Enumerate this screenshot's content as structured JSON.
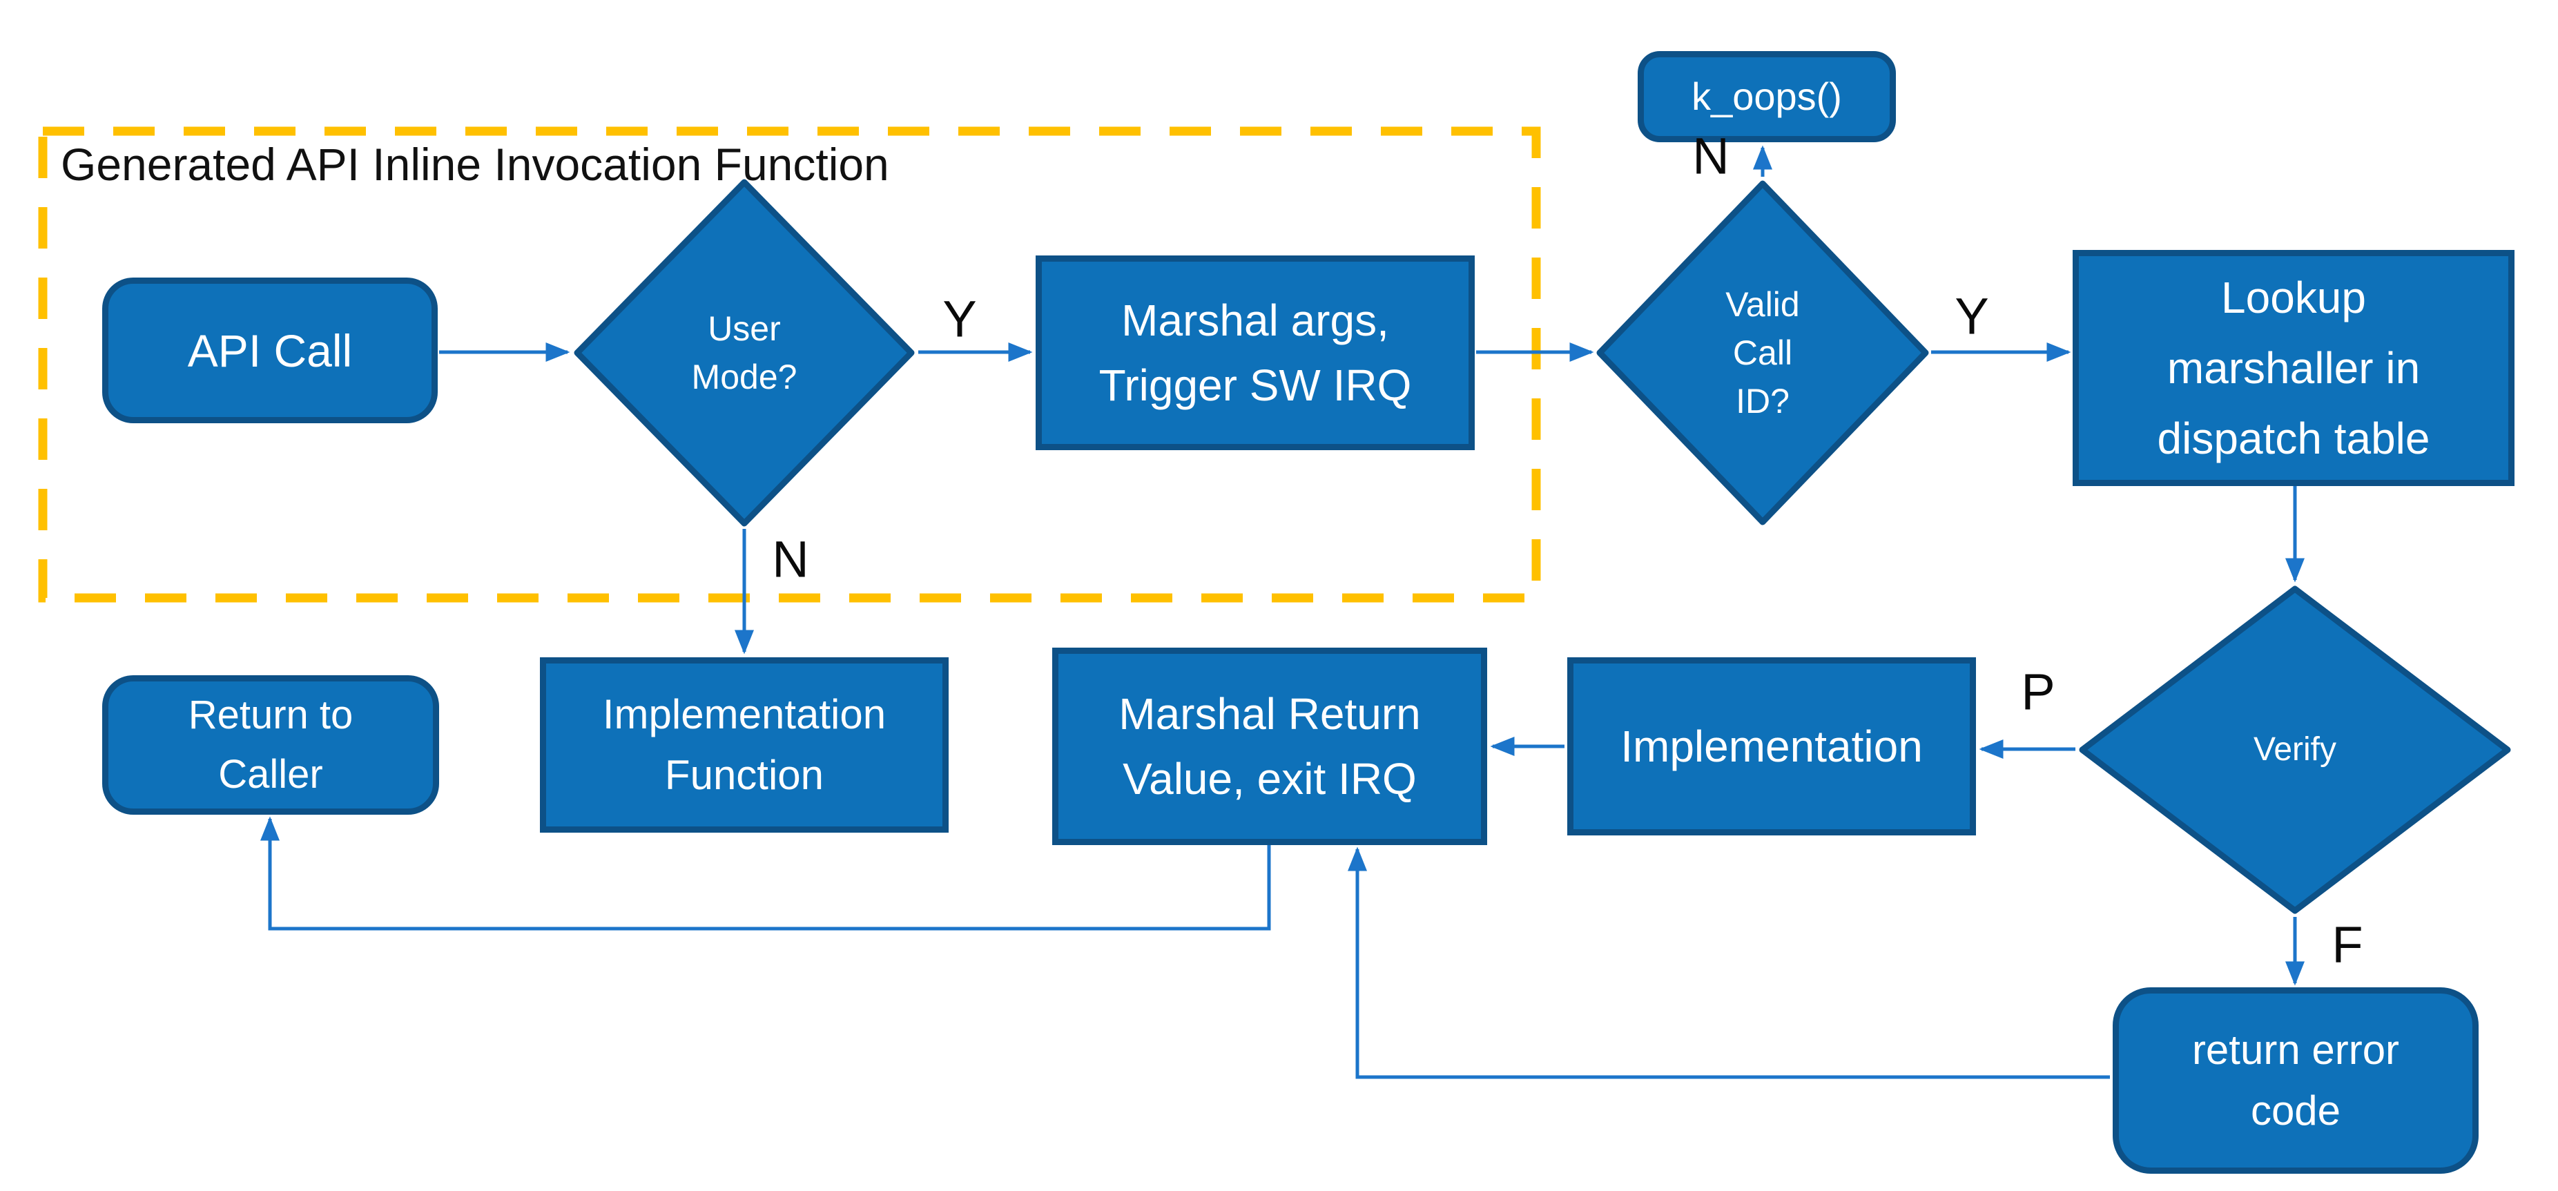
{
  "title": "Generated API Inline Invocation Function",
  "colors": {
    "node_fill": "#0e71b9",
    "node_border": "#0d5187",
    "arrow": "#1c75ca",
    "boundary": "#ffc000",
    "node_text": "#ffffff",
    "label_text": "#0a0a0a"
  },
  "nodes": {
    "api_call": {
      "label": "API Call"
    },
    "user_mode": {
      "lines": [
        "User",
        "Mode?"
      ]
    },
    "marshal_args": {
      "lines": [
        "Marshal args,",
        "Trigger SW IRQ"
      ]
    },
    "k_oops": {
      "label": "k_oops()"
    },
    "valid_call": {
      "lines": [
        "Valid",
        "Call",
        "ID?"
      ]
    },
    "lookup": {
      "lines": [
        "Lookup",
        "marshaller in",
        "dispatch table"
      ]
    },
    "verify": {
      "label": "Verify"
    },
    "implementation": {
      "label": "Implementation"
    },
    "marshal_return": {
      "lines": [
        "Marshal Return",
        "Value, exit IRQ"
      ]
    },
    "impl_function": {
      "lines": [
        "Implementation",
        "Function"
      ]
    },
    "return_caller": {
      "lines": [
        "Return to",
        "Caller"
      ]
    },
    "return_error": {
      "lines": [
        "return error",
        "code"
      ]
    }
  },
  "edge_labels": {
    "user_mode_yes": "Y",
    "user_mode_no": "N",
    "valid_call_no": "N",
    "valid_call_yes": "Y",
    "verify_pass": "P",
    "verify_fail": "F"
  }
}
